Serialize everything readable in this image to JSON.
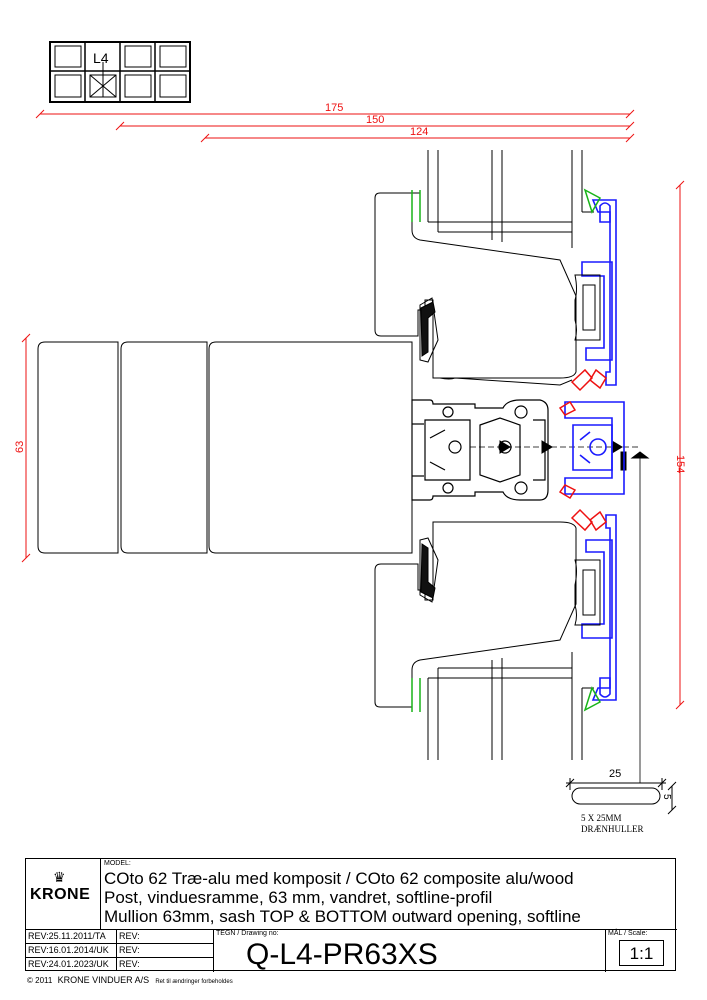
{
  "dimensions": {
    "top_175": "175",
    "top_150": "150",
    "top_124": "124",
    "left_63": "63",
    "right_154": "154",
    "slot_25": "25",
    "slot_5": "5"
  },
  "key_plan": {
    "label": "L4"
  },
  "drainage": {
    "line1": "5 X 25MM",
    "line2": "DRÆNHULLER"
  },
  "colors": {
    "dimension": "#e11111",
    "gasket_blue": "#1a1aff",
    "seal_green": "#18b418",
    "seal_red": "#e11111",
    "line": "#000000"
  },
  "title_block": {
    "brand": "KRONE",
    "model_label": "MODEL:",
    "model_line1": "COto 62 Træ-alu med komposit / COto 62 composite alu/wood",
    "model_line2": "Post, vinduesramme, 63 mm, vandret, softline-profil",
    "model_line3": "Mullion 63mm, sash TOP & BOTTOM outward opening, softline",
    "revisions": [
      {
        "left": "REV:25.11.2011/TA",
        "right": "REV:"
      },
      {
        "left": "REV:16.01.2014/UK",
        "right": "REV:"
      },
      {
        "left": "REV:24.01.2023/UK",
        "right": "REV:"
      }
    ],
    "drawing_label": "TEGN / Drawing no:",
    "drawing_no": "Q-L4-PR63XS",
    "scale_label": "MÅL / Scale:",
    "scale": "1:1"
  },
  "footer": {
    "copyright": "© 2011",
    "company": "KRONE VINDUER A/S",
    "note": "Ret til ændringer forbeholdes"
  }
}
